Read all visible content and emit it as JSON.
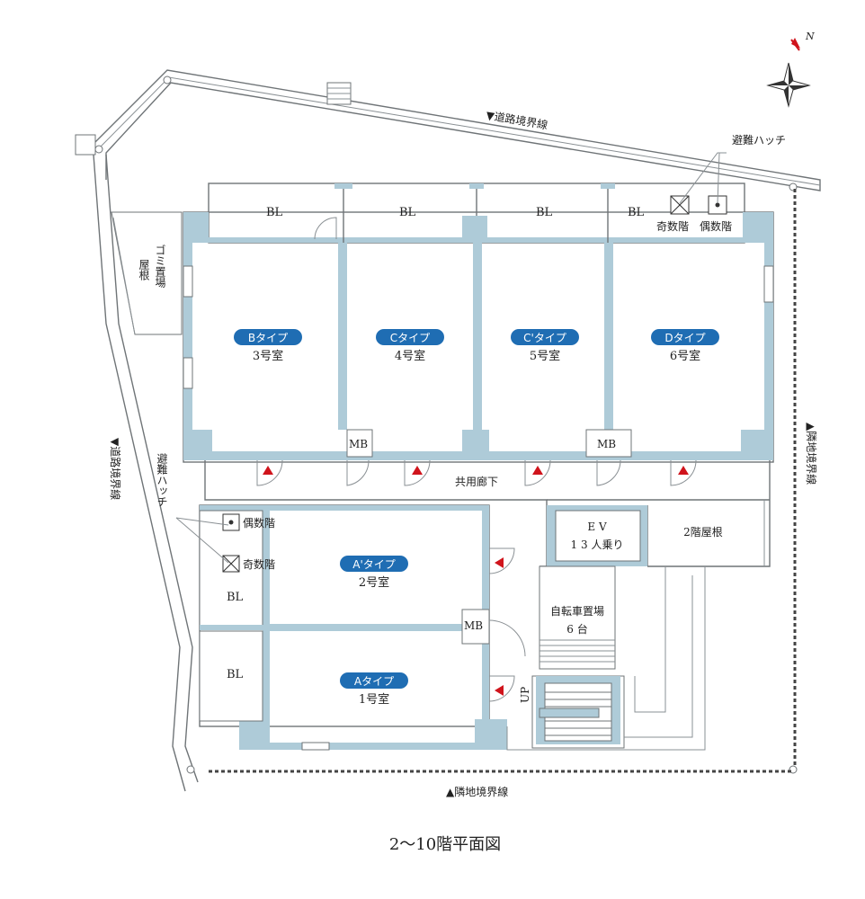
{
  "title": "2～10階平面図",
  "north": "N",
  "boundaries": {
    "road_top": "▼道路境界線",
    "road_left": "▼道路境界線",
    "neighbor_right": "▲隣地境界線",
    "neighbor_bottom": "▲隣地境界線"
  },
  "hatch_top": {
    "label": "避難ハッチ",
    "odd": "奇数階",
    "even": "偶数階"
  },
  "hatch_left": {
    "label": "避難ハッチ",
    "even": "偶数階",
    "odd": "奇数階"
  },
  "garbage": {
    "col1": "屋根",
    "col2": "ゴミ置場"
  },
  "corridor": "共用廊下",
  "ev": {
    "line1": "E V",
    "line2": "1 3 人乗り"
  },
  "roof2": "2階屋根",
  "bicycle": {
    "line1": "自転車置場",
    "line2": "6 台"
  },
  "up": "UP",
  "bl": "BL",
  "mb": "MB",
  "units": [
    {
      "type": "Bタイプ",
      "room": "3号室"
    },
    {
      "type": "Cタイプ",
      "room": "4号室"
    },
    {
      "type": "C'タイプ",
      "room": "5号室"
    },
    {
      "type": "Dタイプ",
      "room": "6号室"
    },
    {
      "type": "A'タイプ",
      "room": "2号室"
    },
    {
      "type": "Aタイプ",
      "room": "1号室"
    }
  ],
  "colors": {
    "wall": "#aecbd8",
    "badge": "#1f6db3",
    "door_arrow": "#d0141c",
    "outline": "#6f7477"
  }
}
